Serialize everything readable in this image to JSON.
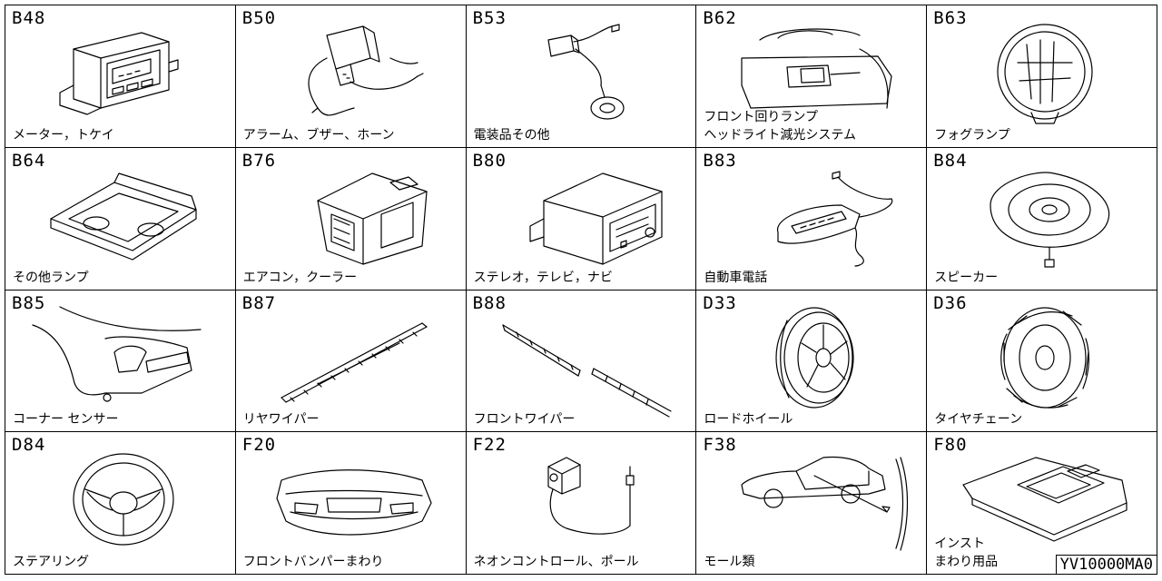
{
  "parts": [
    {
      "code": "B48",
      "label": "メーター，トケイ",
      "icon": "meter-clock-icon"
    },
    {
      "code": "B50",
      "label": "アラーム、ブザー、ホーン",
      "icon": "alarm-buzzer-icon"
    },
    {
      "code": "B53",
      "label": "電装品その他",
      "icon": "electrical-part-icon"
    },
    {
      "code": "B62",
      "label": "フロント回りランプ\nヘッドライト減光システム",
      "icon": "front-lamp-icon"
    },
    {
      "code": "B63",
      "label": "フォグランプ",
      "icon": "fog-lamp-icon"
    },
    {
      "code": "B64",
      "label": "その他ランプ",
      "icon": "room-lamp-icon"
    },
    {
      "code": "B76",
      "label": "エアコン，クーラー",
      "icon": "air-conditioner-icon"
    },
    {
      "code": "B80",
      "label": "ステレオ，テレビ，ナビ",
      "icon": "stereo-unit-icon"
    },
    {
      "code": "B83",
      "label": "自動車電話",
      "icon": "car-phone-icon"
    },
    {
      "code": "B84",
      "label": "スピーカー",
      "icon": "speaker-icon"
    },
    {
      "code": "B85",
      "label": "コーナー センサー",
      "icon": "corner-sensor-icon"
    },
    {
      "code": "B87",
      "label": "リヤワイパー",
      "icon": "rear-wiper-icon"
    },
    {
      "code": "B88",
      "label": "フロントワイパー",
      "icon": "front-wiper-icon"
    },
    {
      "code": "D33",
      "label": "ロードホイール",
      "icon": "road-wheel-icon"
    },
    {
      "code": "D36",
      "label": "タイヤチェーン",
      "icon": "tire-chain-icon"
    },
    {
      "code": "D84",
      "label": "ステアリング",
      "icon": "steering-wheel-icon"
    },
    {
      "code": "F20",
      "label": "フロントバンパーまわり",
      "icon": "front-bumper-icon"
    },
    {
      "code": "F22",
      "label": "ネオンコントロール、ポール",
      "icon": "neon-control-pole-icon"
    },
    {
      "code": "F38",
      "label": "モール類",
      "icon": "molding-icon"
    },
    {
      "code": "F80",
      "label": "インスト\nまわり用品",
      "icon": "instrument-panel-icon"
    }
  ],
  "drawing_code": "YV10000MA0"
}
